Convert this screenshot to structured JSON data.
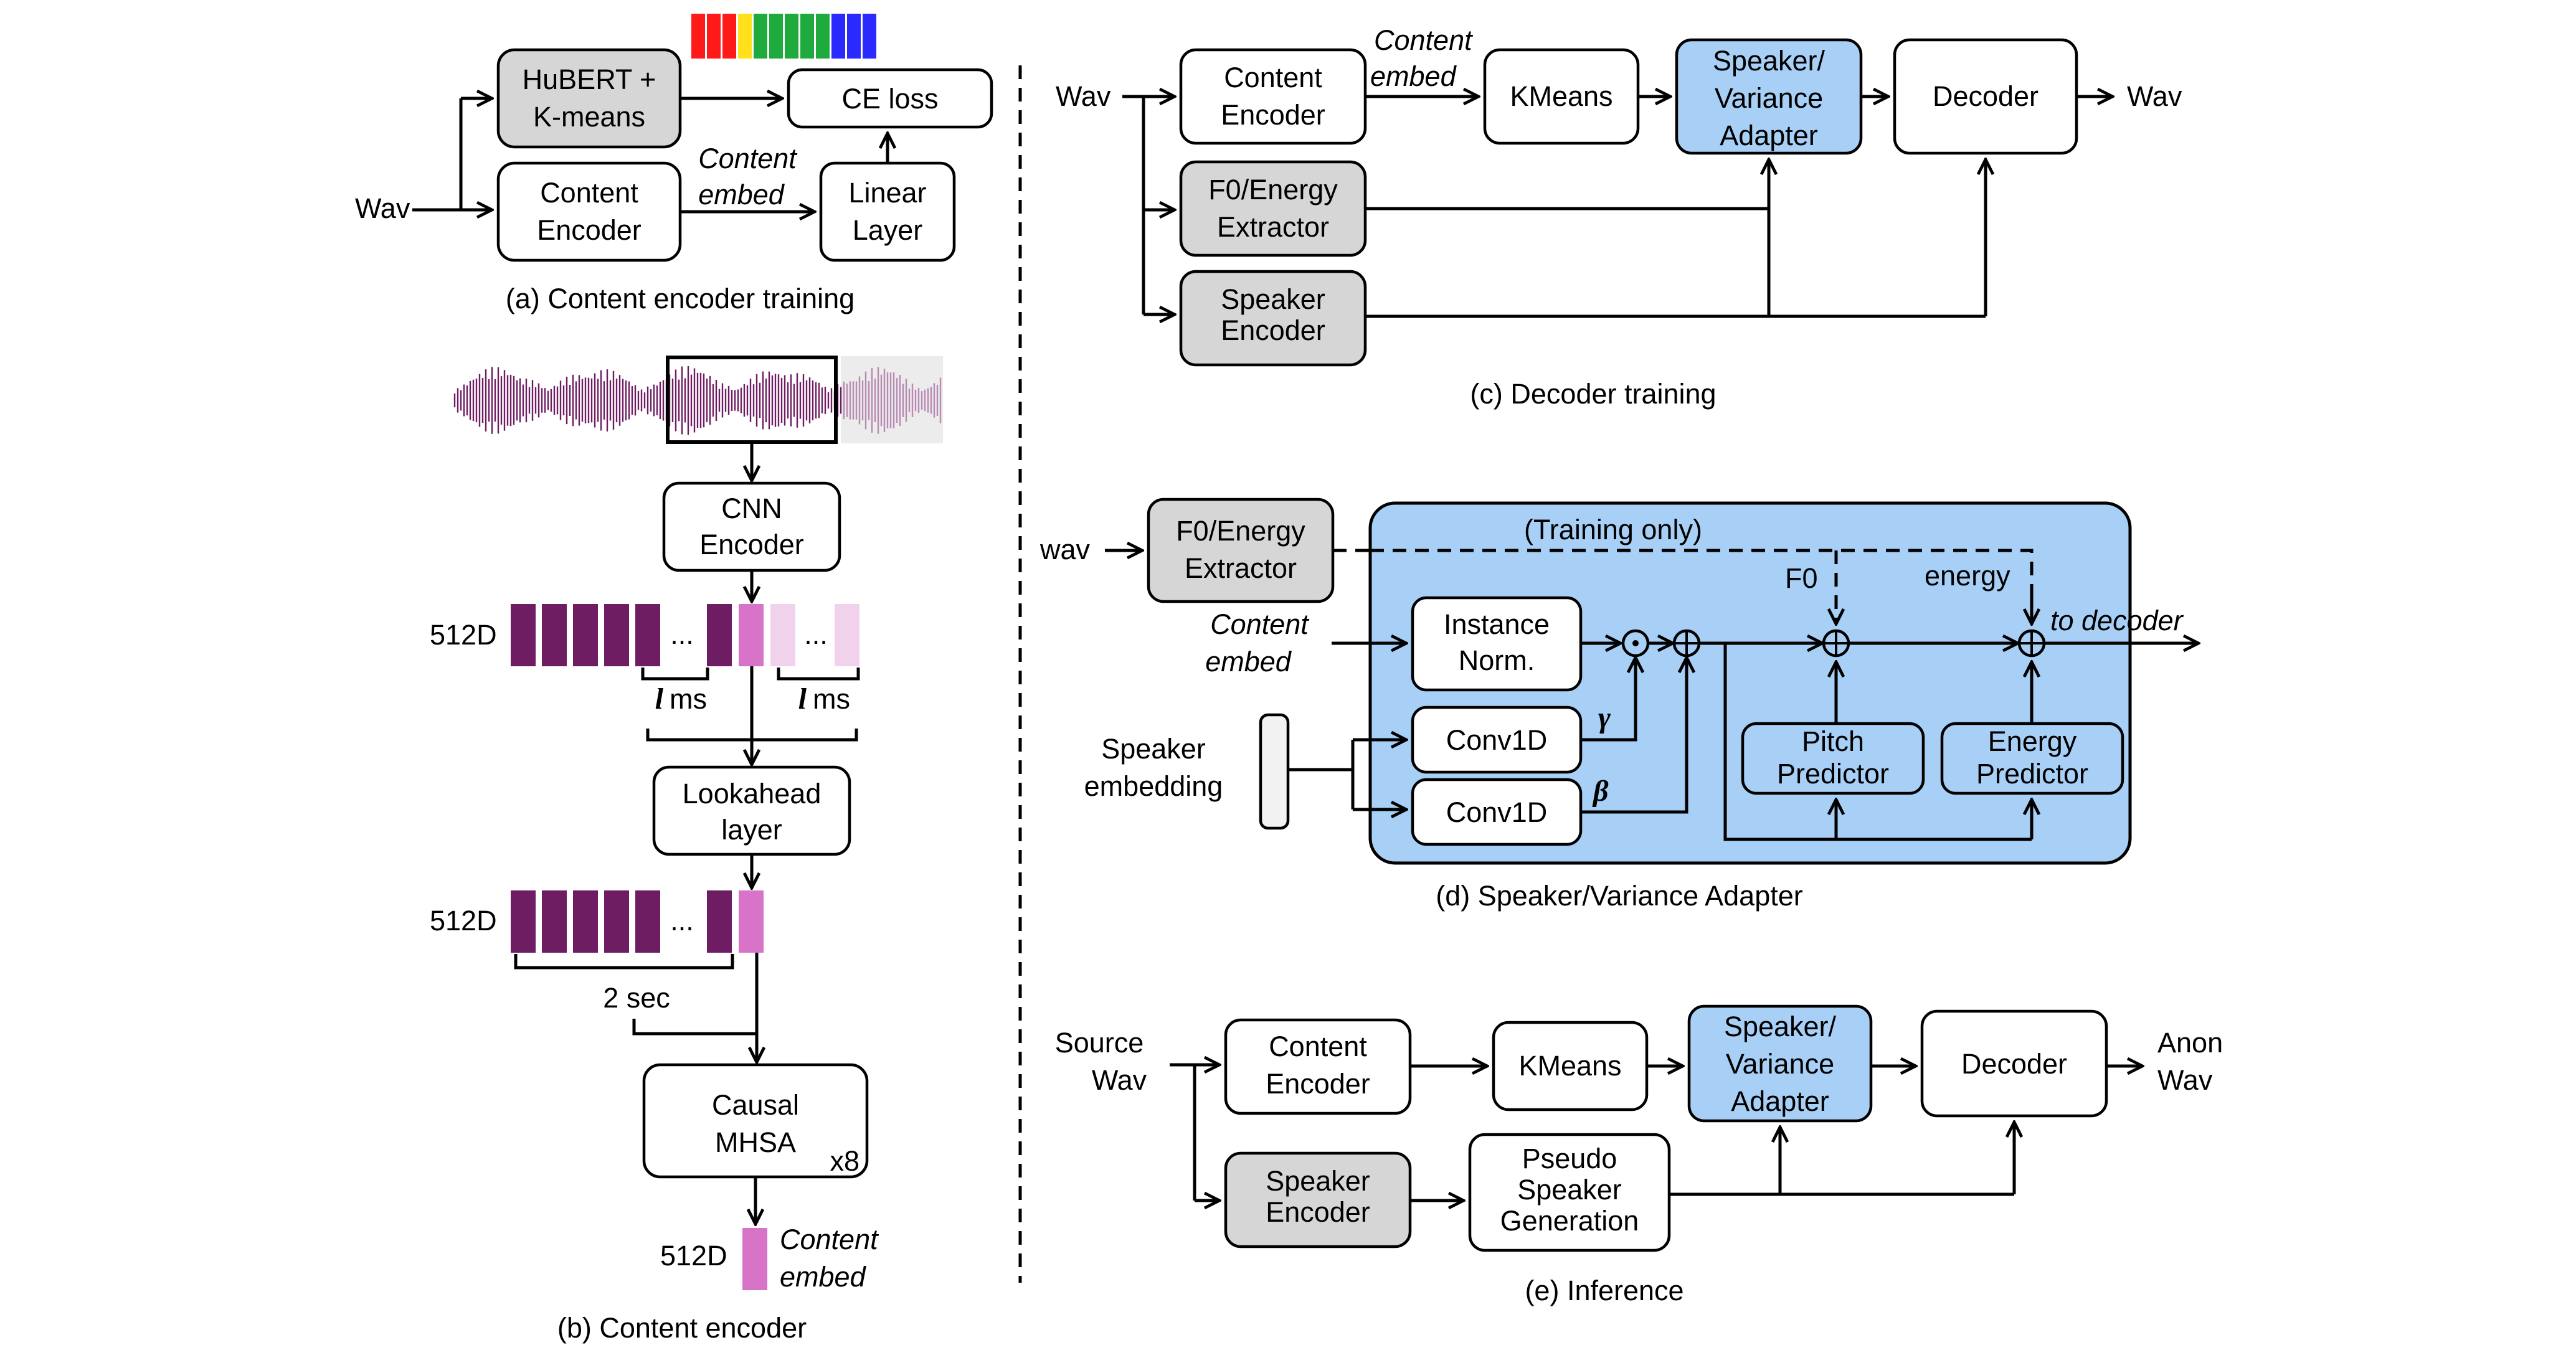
{
  "colors": {
    "gray_box": "#d6d6d6",
    "blue_box": "#a8cff5",
    "embed_dark": "#6e1d62",
    "embed_light": "#d874c8",
    "embed_faint": "#f0d2ec",
    "token_red": "#ff1a1a",
    "token_yellow": "#ffe01a",
    "token_green": "#1eaa3c",
    "token_blue": "#2a2aff"
  },
  "a": {
    "caption": "(a) Content encoder training",
    "wav": "Wav",
    "hubert_l1": "HuBERT +",
    "hubert_l2": "K-means",
    "ce_loss": "CE loss",
    "ce_l1": "Content",
    "ce_l2": "Encoder",
    "embed_l1": "Content",
    "embed_l2": "embed",
    "linear_l1": "Linear",
    "linear_l2": "Layer"
  },
  "b": {
    "caption": "(b) Content encoder",
    "cnn_l1": "CNN",
    "cnn_l2": "Encoder",
    "dim1": "512D",
    "dots": "...",
    "lms_left": "ms",
    "lms_right": "ms",
    "l_symbol": "l",
    "look_l1": "Lookahead",
    "look_l2": "layer",
    "dim2": "512D",
    "two_sec": "2 sec",
    "mhsa_l1": "Causal",
    "mhsa_l2": "MHSA",
    "x8": "x8",
    "dim3": "512D",
    "out_l1": "Content",
    "out_l2": "embed"
  },
  "c": {
    "caption": "(c) Decoder training",
    "wav_in": "Wav",
    "ce_l1": "Content",
    "ce_l2": "Encoder",
    "embed_l1": "Content",
    "embed_l2": "embed",
    "kmeans": "KMeans",
    "sva_l1": "Speaker/",
    "sva_l2": "Variance",
    "sva_l3": "Adapter",
    "decoder": "Decoder",
    "wav_out": "Wav",
    "f0_l1": "F0/Energy",
    "f0_l2": "Extractor",
    "spk_l1": "Speaker",
    "spk_l2": "Encoder"
  },
  "d": {
    "caption": "(d) Speaker/Variance Adapter",
    "wav": "wav",
    "f0_l1": "F0/Energy",
    "f0_l2": "Extractor",
    "training_only": "(Training only)",
    "f0": "F0",
    "energy": "energy",
    "embed_l1": "Content",
    "embed_l2": "embed",
    "inorm_l1": "Instance",
    "inorm_l2": "Norm.",
    "to_decoder": "to decoder",
    "conv1": "Conv1D",
    "conv2": "Conv1D",
    "gamma": "γ",
    "beta": "β",
    "spk_l1": "Speaker",
    "spk_l2": "embedding",
    "pitch_l1": "Pitch",
    "pitch_l2": "Predictor",
    "energy_l1": "Energy",
    "energy_l2": "Predictor"
  },
  "e": {
    "caption": "(e) Inference",
    "src_l1": "Source",
    "src_l2": "Wav",
    "ce_l1": "Content",
    "ce_l2": "Encoder",
    "kmeans": "KMeans",
    "sva_l1": "Speaker/",
    "sva_l2": "Variance",
    "sva_l3": "Adapter",
    "decoder": "Decoder",
    "out_l1": "Anon",
    "out_l2": "Wav",
    "spk_l1": "Speaker",
    "spk_l2": "Encoder",
    "pseudo_l1": "Pseudo",
    "pseudo_l2": "Speaker",
    "pseudo_l3": "Generation"
  }
}
